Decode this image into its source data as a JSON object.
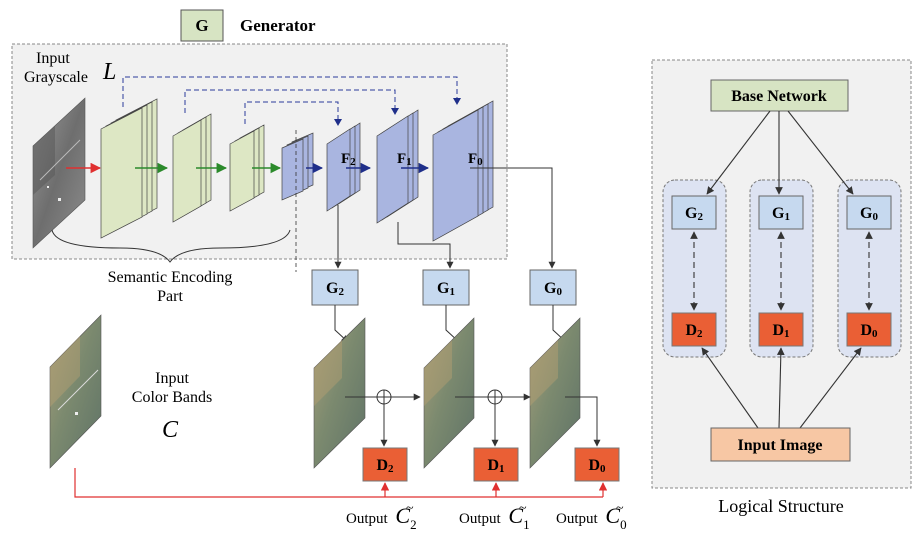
{
  "legend": {
    "symbol": "G",
    "label": "Generator"
  },
  "left": {
    "input_gray": [
      "Input",
      "Grayscale"
    ],
    "L": "L",
    "semantic": [
      "Semantic Encoding",
      "Part"
    ],
    "input_color": [
      "Input",
      "Color Bands"
    ],
    "C": "C",
    "features": [
      {
        "main": "F",
        "sub": "2"
      },
      {
        "main": "F",
        "sub": "1"
      },
      {
        "main": "F",
        "sub": "0"
      }
    ],
    "generators": [
      {
        "main": "G",
        "sub": "2"
      },
      {
        "main": "G",
        "sub": "1"
      },
      {
        "main": "G",
        "sub": "0"
      }
    ],
    "discriminators": [
      {
        "main": "D",
        "sub": "2"
      },
      {
        "main": "D",
        "sub": "1"
      },
      {
        "main": "D",
        "sub": "0"
      }
    ],
    "outputs": [
      {
        "word": "Output",
        "sym": "C",
        "sub": "2"
      },
      {
        "word": "Output",
        "sym": "C",
        "sub": "1"
      },
      {
        "word": "Output",
        "sym": "C",
        "sub": "0"
      }
    ]
  },
  "right": {
    "base": "Base Network",
    "generators": [
      {
        "main": "G",
        "sub": "2"
      },
      {
        "main": "G",
        "sub": "1"
      },
      {
        "main": "G",
        "sub": "0"
      }
    ],
    "discriminators": [
      {
        "main": "D",
        "sub": "2"
      },
      {
        "main": "D",
        "sub": "1"
      },
      {
        "main": "D",
        "sub": "0"
      }
    ],
    "input": "Input Image",
    "caption": "Logical Structure"
  },
  "colors": {
    "generator_fill": "#d7e4c3",
    "g_box_fill": "#c6d9ef",
    "d_box_fill": "#ea5f35",
    "input_fill": "#f7c7a4",
    "feature_fill": "#a9b5e0",
    "encoder_fill": "#dde7c4",
    "red_line": "#e03030",
    "blue_dash": "#2a3a9a",
    "green_arrow": "#2b8a2b"
  }
}
